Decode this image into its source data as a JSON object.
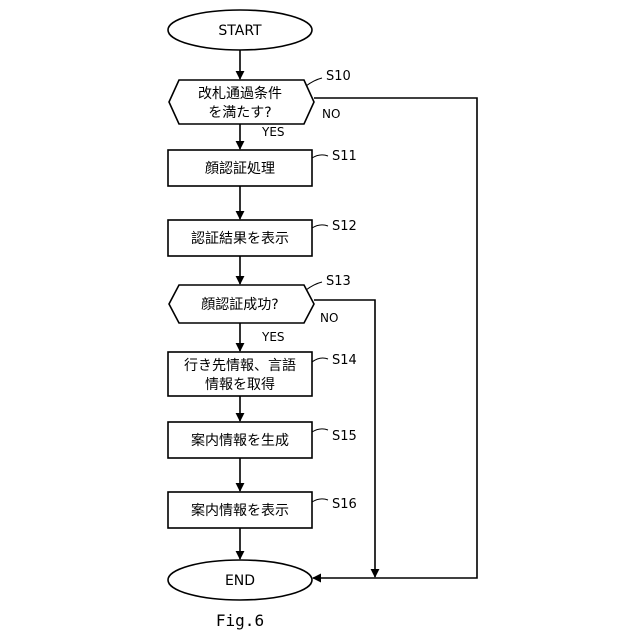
{
  "diagram": {
    "start": "START",
    "end": "END",
    "figure_caption": "Fig.6",
    "steps": {
      "s10": {
        "id": "S10",
        "line1": "改札通過条件",
        "line2": "を満たす?"
      },
      "s11": {
        "id": "S11",
        "text": "顔認証処理"
      },
      "s12": {
        "id": "S12",
        "text": "認証結果を表示"
      },
      "s13": {
        "id": "S13",
        "text": "顔認証成功?"
      },
      "s14": {
        "id": "S14",
        "line1": "行き先情報、言語",
        "line2": "情報を取得"
      },
      "s15": {
        "id": "S15",
        "text": "案内情報を生成"
      },
      "s16": {
        "id": "S16",
        "text": "案内情報を表示"
      }
    },
    "branches": {
      "s10_yes": "YES",
      "s10_no": "NO",
      "s13_yes": "YES",
      "s13_no": "NO"
    }
  }
}
